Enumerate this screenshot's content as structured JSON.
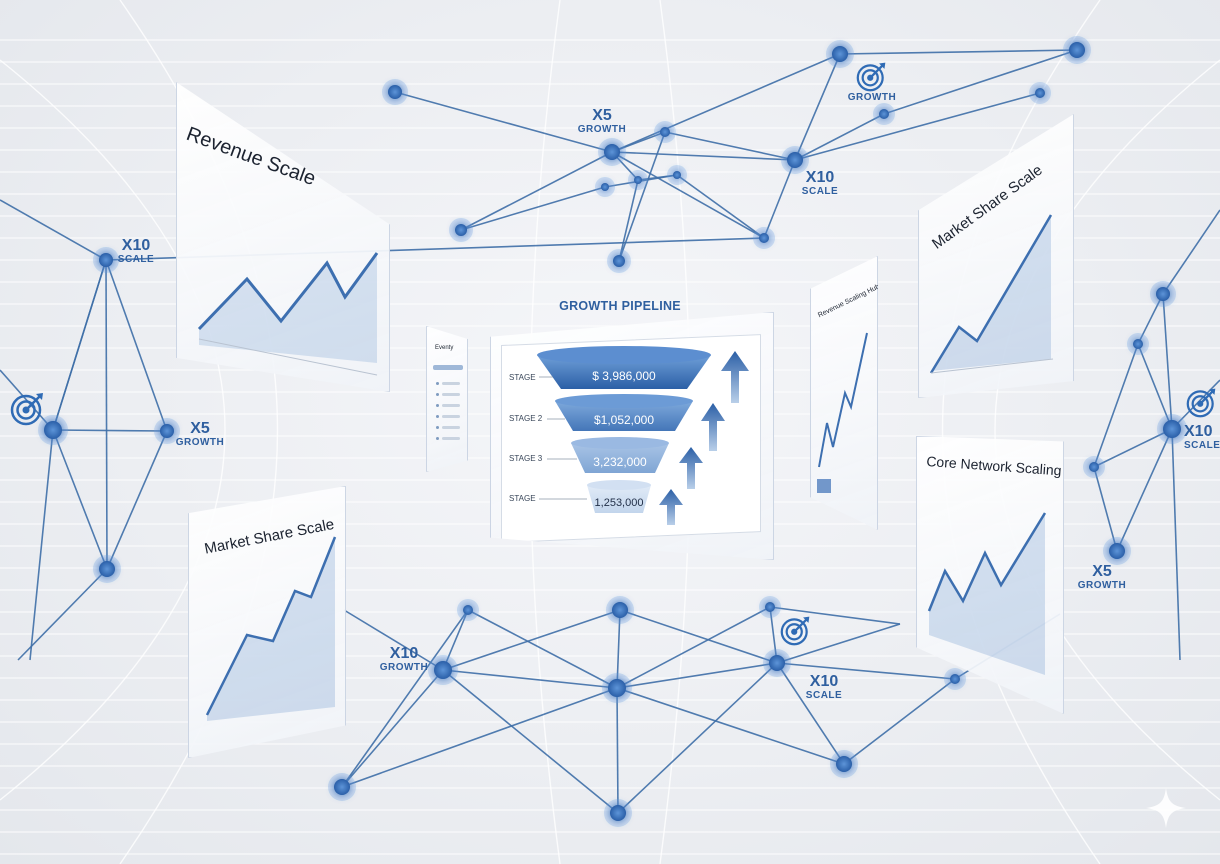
{
  "pipeline": {
    "title": "GROWTH PIPELINE",
    "stages": [
      {
        "label": "STAGE",
        "value": "$ 3,986,000"
      },
      {
        "label": "STAGE 2",
        "value": "$1,052,000"
      },
      {
        "label": "STAGE 3",
        "value": "3,232,000"
      },
      {
        "label": "STAGE",
        "value": "1,253,000"
      }
    ]
  },
  "panels": {
    "revenue_scale": {
      "title": "Revenue Scale"
    },
    "market_share_left": {
      "title": "Market Share Scale"
    },
    "market_share_right": {
      "title": "Market Share Scale"
    },
    "core_network": {
      "title": "Core Network Scaling"
    },
    "revenue_hub": {
      "title": "Revenue Scaling Hub"
    },
    "menu": {
      "title": "Eventy"
    }
  },
  "labels": [
    {
      "big": "X5",
      "small": "GROWTH"
    },
    {
      "big": "",
      "small": "GROWTH"
    },
    {
      "big": "X10",
      "small": "SCALE"
    },
    {
      "big": "X10",
      "small": "SCALE"
    },
    {
      "big": "X5",
      "small": "GROWTH"
    },
    {
      "big": "X10",
      "small": "SCALE"
    },
    {
      "big": "X5",
      "small": "GROWTH"
    },
    {
      "big": "X10",
      "small": "GROWTH"
    },
    {
      "big": "X10",
      "small": "SCALE"
    }
  ],
  "colors": {
    "accent": "#2f6bb5",
    "network_line": "#3f6fa8",
    "node": "#2e66b3",
    "funnel_dark": "#2e66b3",
    "funnel_light": "#dbe6f4"
  },
  "icons": [
    "target-arrow-icon",
    "up-arrow-icon",
    "sparkle-icon"
  ]
}
